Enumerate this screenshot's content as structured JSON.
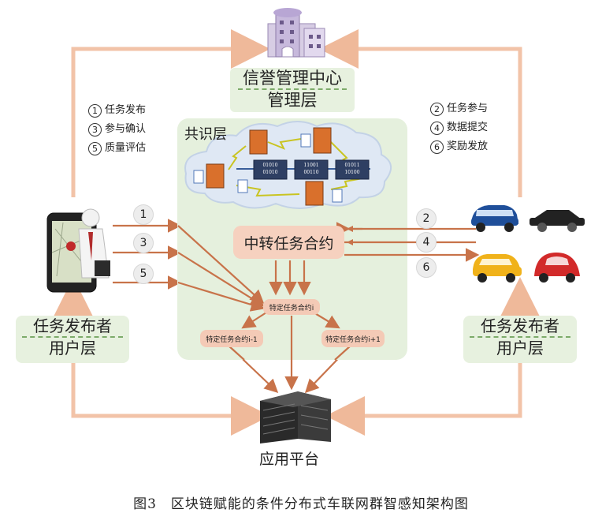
{
  "management": {
    "line1": "信誉管理中心",
    "line2": "管理层"
  },
  "consensus": {
    "title": "共识层",
    "blocks": [
      {
        "top": "01010",
        "bottom": "01010"
      },
      {
        "top": "11001",
        "bottom": "00110"
      },
      {
        "top": "01011",
        "bottom": "10100"
      }
    ]
  },
  "left_steps": [
    {
      "num": "1",
      "text": "任务发布"
    },
    {
      "num": "3",
      "text": "参与确认"
    },
    {
      "num": "5",
      "text": "质量评估"
    }
  ],
  "right_steps": [
    {
      "num": "2",
      "text": "任务参与"
    },
    {
      "num": "4",
      "text": "数据提交"
    },
    {
      "num": "6",
      "text": "奖励发放"
    }
  ],
  "flow_numbers": {
    "left": [
      "1",
      "3",
      "5"
    ],
    "right": [
      "2",
      "4",
      "6"
    ]
  },
  "relay_contract": "中转任务合约",
  "specific_contracts": {
    "center": "特定任务合约i",
    "left": "特定任务合约i-1",
    "right": "特定任务合约i+1"
  },
  "publisher_panel": {
    "line1": "任务发布者",
    "line2": "用户层"
  },
  "participant_panel": {
    "line1": "任务发布者",
    "line2": "用户层"
  },
  "platform": "应用平台",
  "caption": "图3　区块链赋能的条件分布式车联网群智感知架构图",
  "colors": {
    "arrow": "#c8734a",
    "frame_arrow": "#f2c3a8",
    "panel_green": "#e5f0dd",
    "relay_fill": "#f6d1bf"
  },
  "icons": [
    "building-icon",
    "phone-businessman-icon",
    "server-icon",
    "car-icon",
    "block-icon"
  ]
}
